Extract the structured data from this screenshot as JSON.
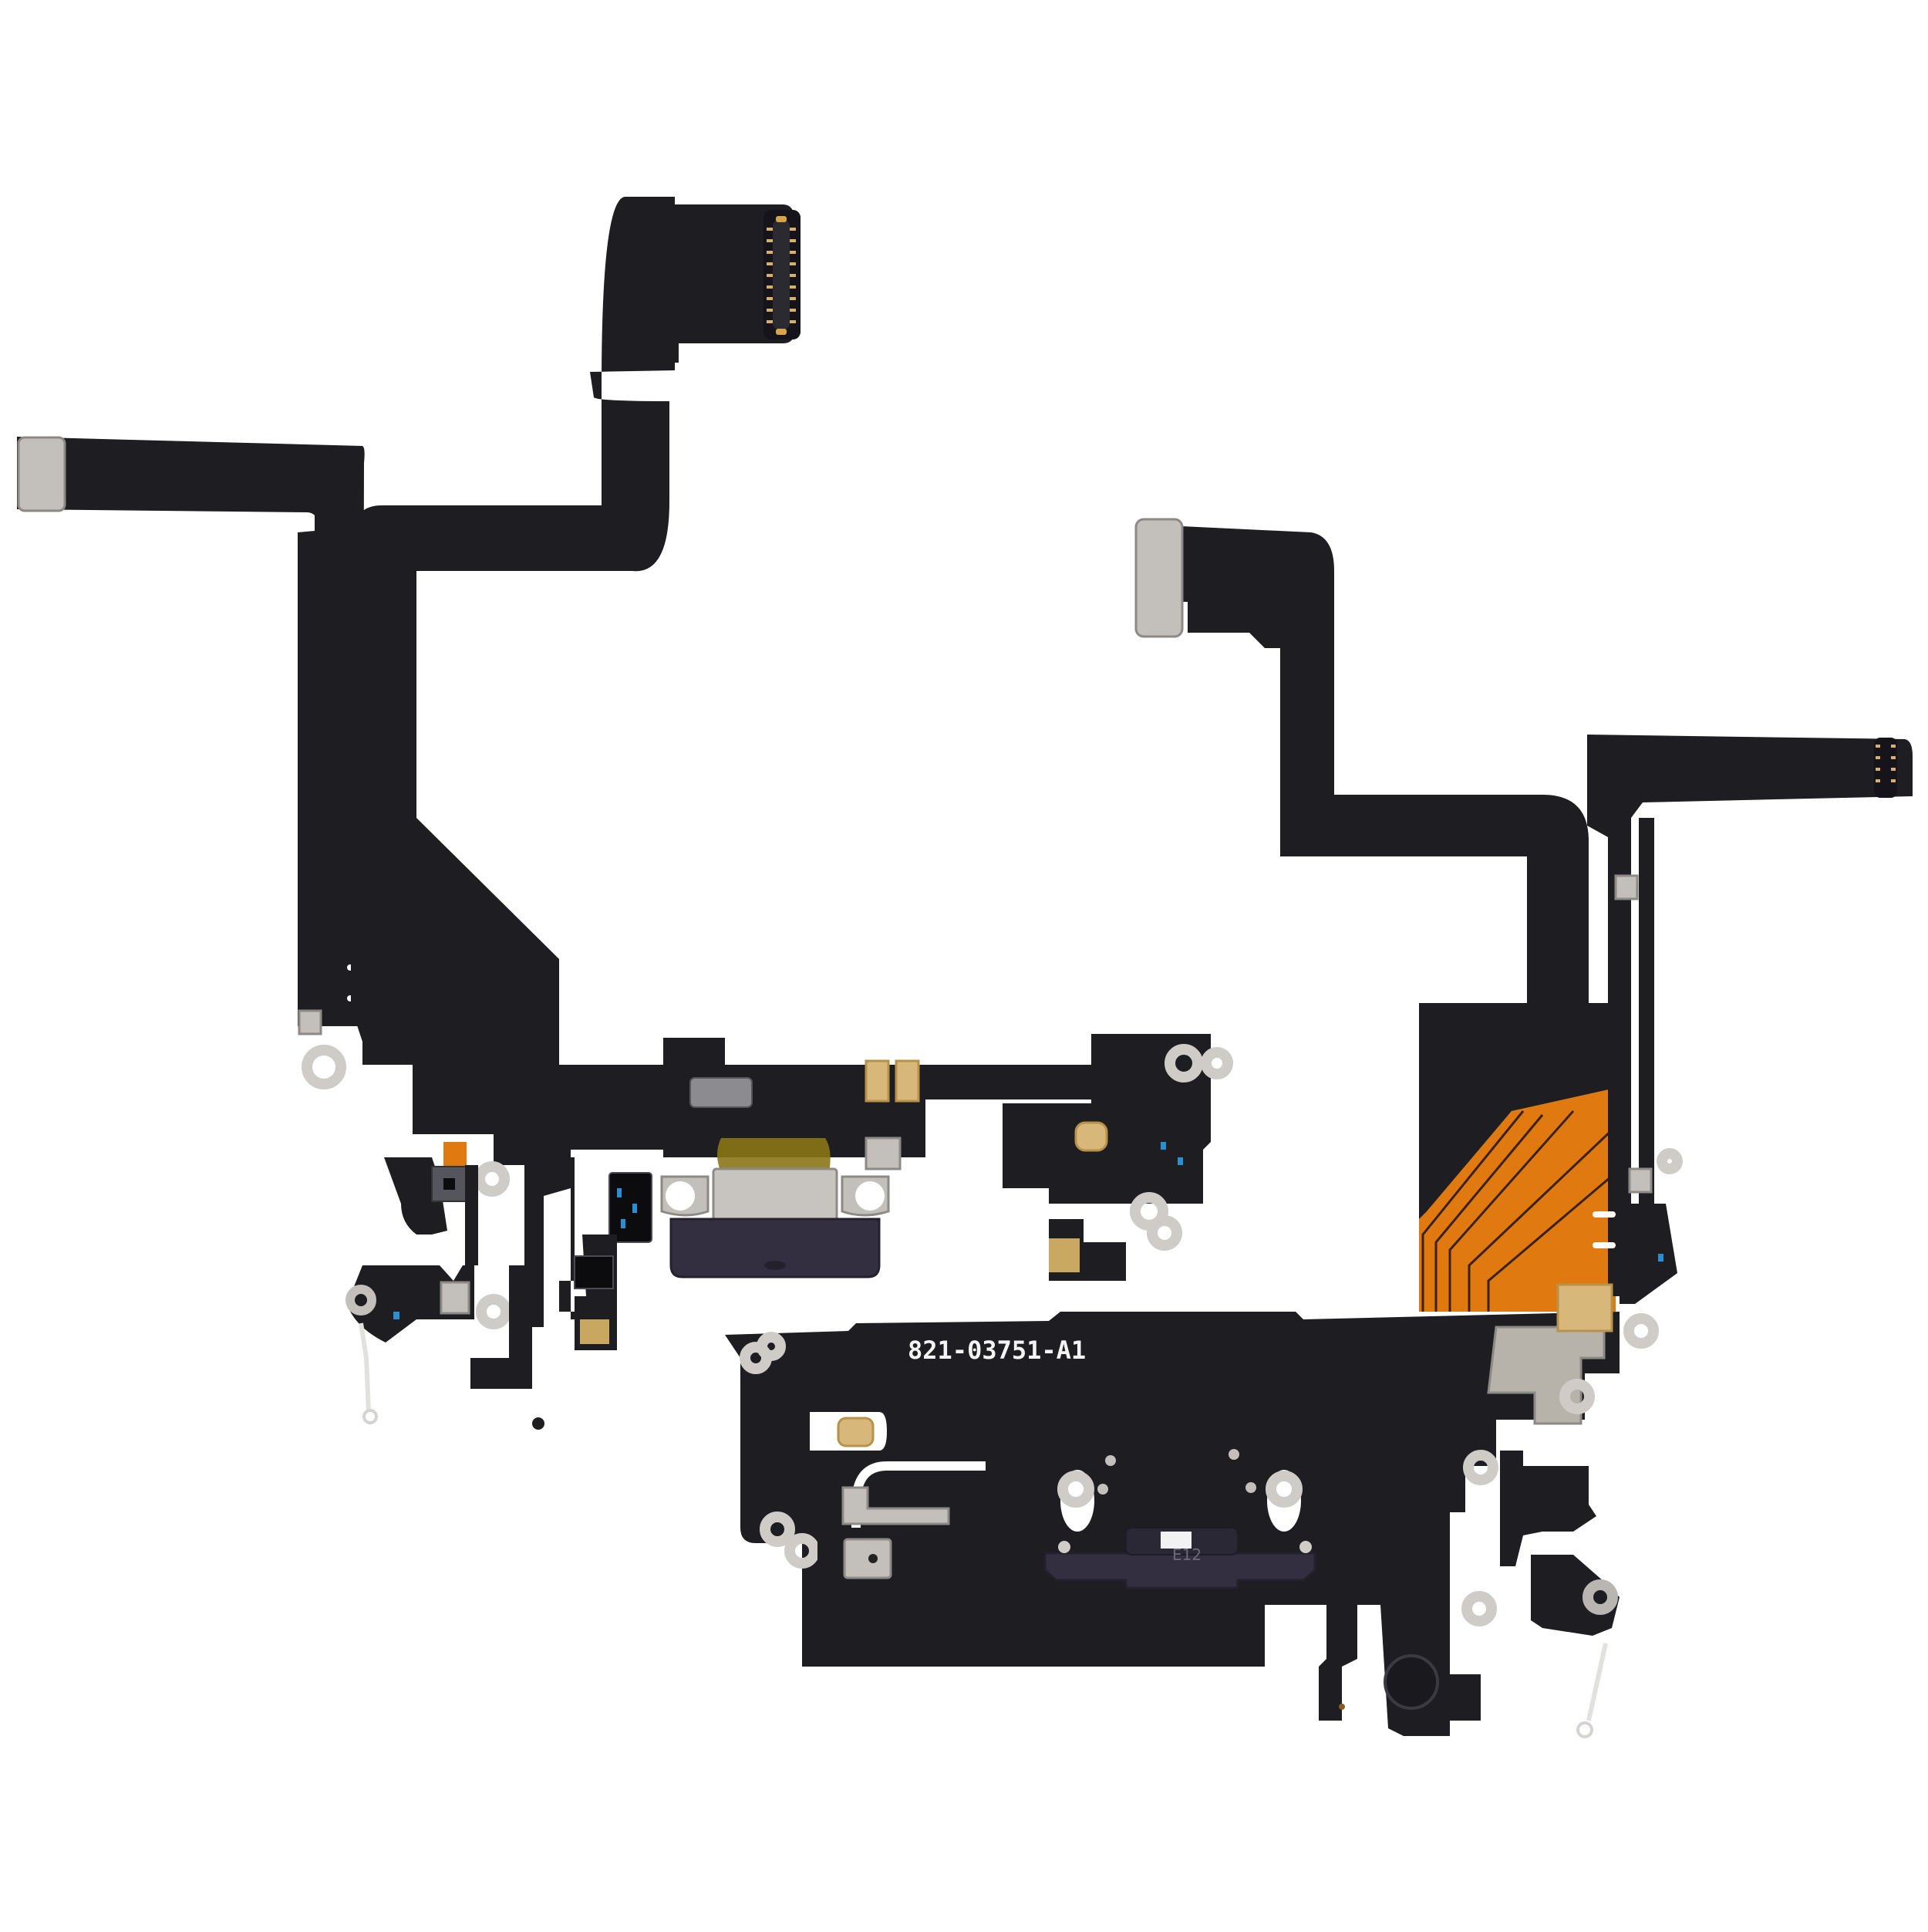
{
  "scene": {
    "description": "Product photo: two charging port flex cable assemblies on white background",
    "background_color": "#ffffff"
  },
  "left_assembly": {
    "name": "charging-port-flex-left",
    "port_color": "#332f40",
    "flex_color": "#1d1d22"
  },
  "right_assembly": {
    "name": "charging-port-flex-right",
    "part_number": "821-03751-A1",
    "port_mark": "E12",
    "port_color": "#332f40",
    "flex_color": "#1d1d22",
    "accent_flex_color": "#e07a10"
  },
  "colors": {
    "flex_black": "#1d1d22",
    "steel": "#c3c0bb",
    "gold_contact": "#d8b77a",
    "orange_flex": "#e07a10",
    "port_purple": "#332f40",
    "smd_blue": "#2a8fd0"
  }
}
